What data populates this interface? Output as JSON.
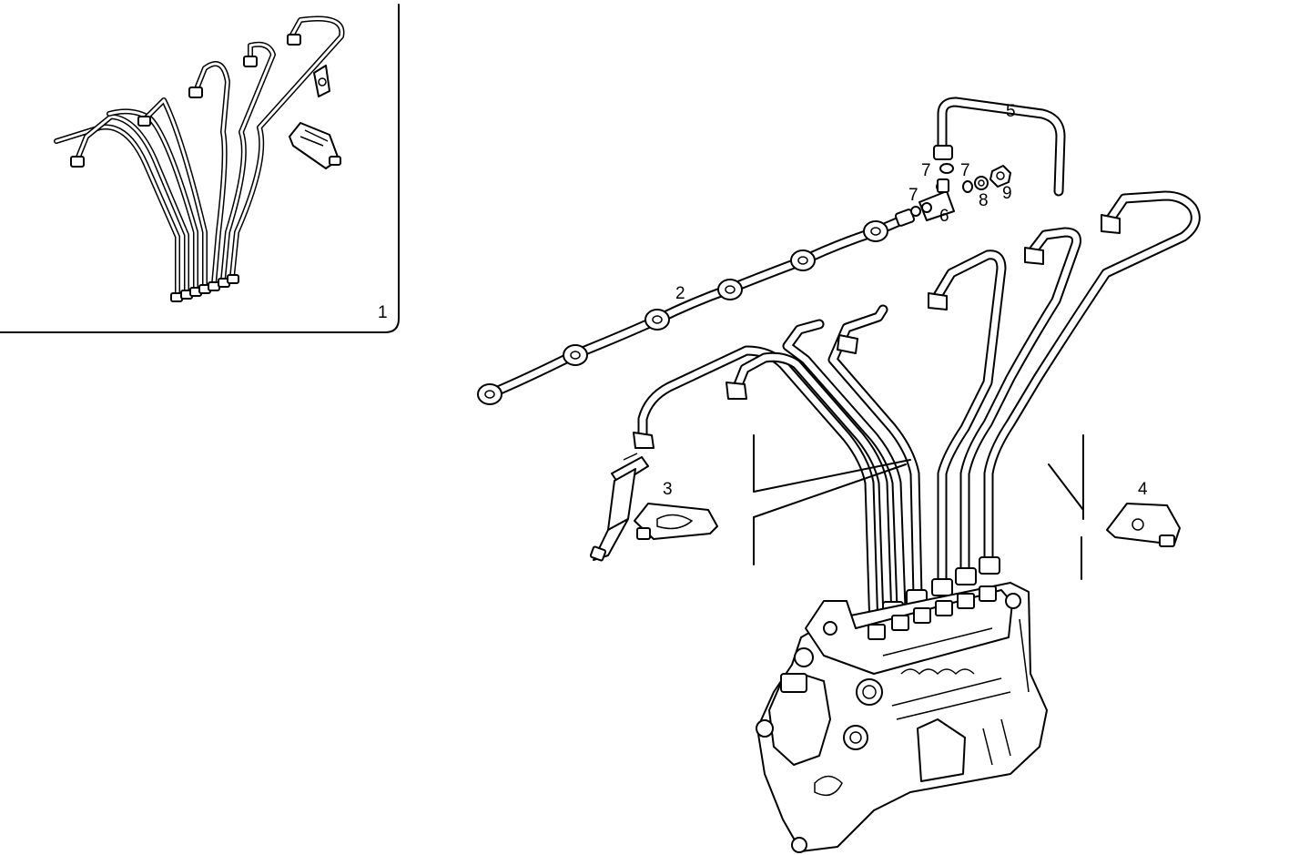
{
  "callouts": {
    "c1": "1",
    "c2": "2",
    "c3": "3",
    "c4": "4",
    "c5": "5",
    "c6": "6",
    "c7a": "7",
    "c7b": "7",
    "c7c": "7",
    "c8": "8",
    "c9": "9"
  }
}
